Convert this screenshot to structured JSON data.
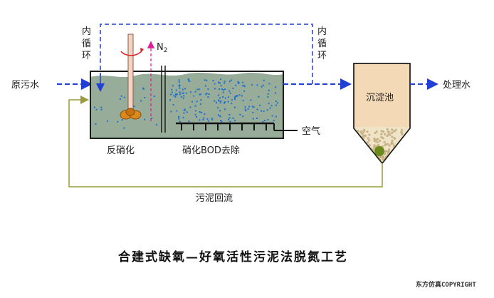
{
  "labels": {
    "raw_water": "原污水",
    "inner_loop_left": [
      "内",
      "循",
      "环"
    ],
    "inner_loop_right": [
      "内",
      "循",
      "环"
    ],
    "n2": "N",
    "n2_sub": "2",
    "denitrification": "反硝化",
    "nitrification": "硝化BOD去除",
    "air": "空气",
    "clarifier": "沉淀池",
    "treated_water": "处理水",
    "sludge_return": "污泥回流"
  },
  "title": "合建式缺氧—好氧活性污泥法脱氮工艺",
  "copyright": "东方仿真COPYRIGHT",
  "colors": {
    "tank_fill": "#97ad9a",
    "tank_border": "#1c1c1c",
    "flow_line": "#1f3fd6",
    "sludge_line": "#9c9a3c",
    "n2_arrow": "#e0209a",
    "rotation_arrow": "#e02020",
    "air_pipe": "#111111",
    "clarifier_fill": "#f4d9b6",
    "sludge_dots": "#c9b48a",
    "sludge_blob": "#6b8a1a",
    "impeller": "#d98a1a",
    "bubbles": "#2070d0"
  }
}
